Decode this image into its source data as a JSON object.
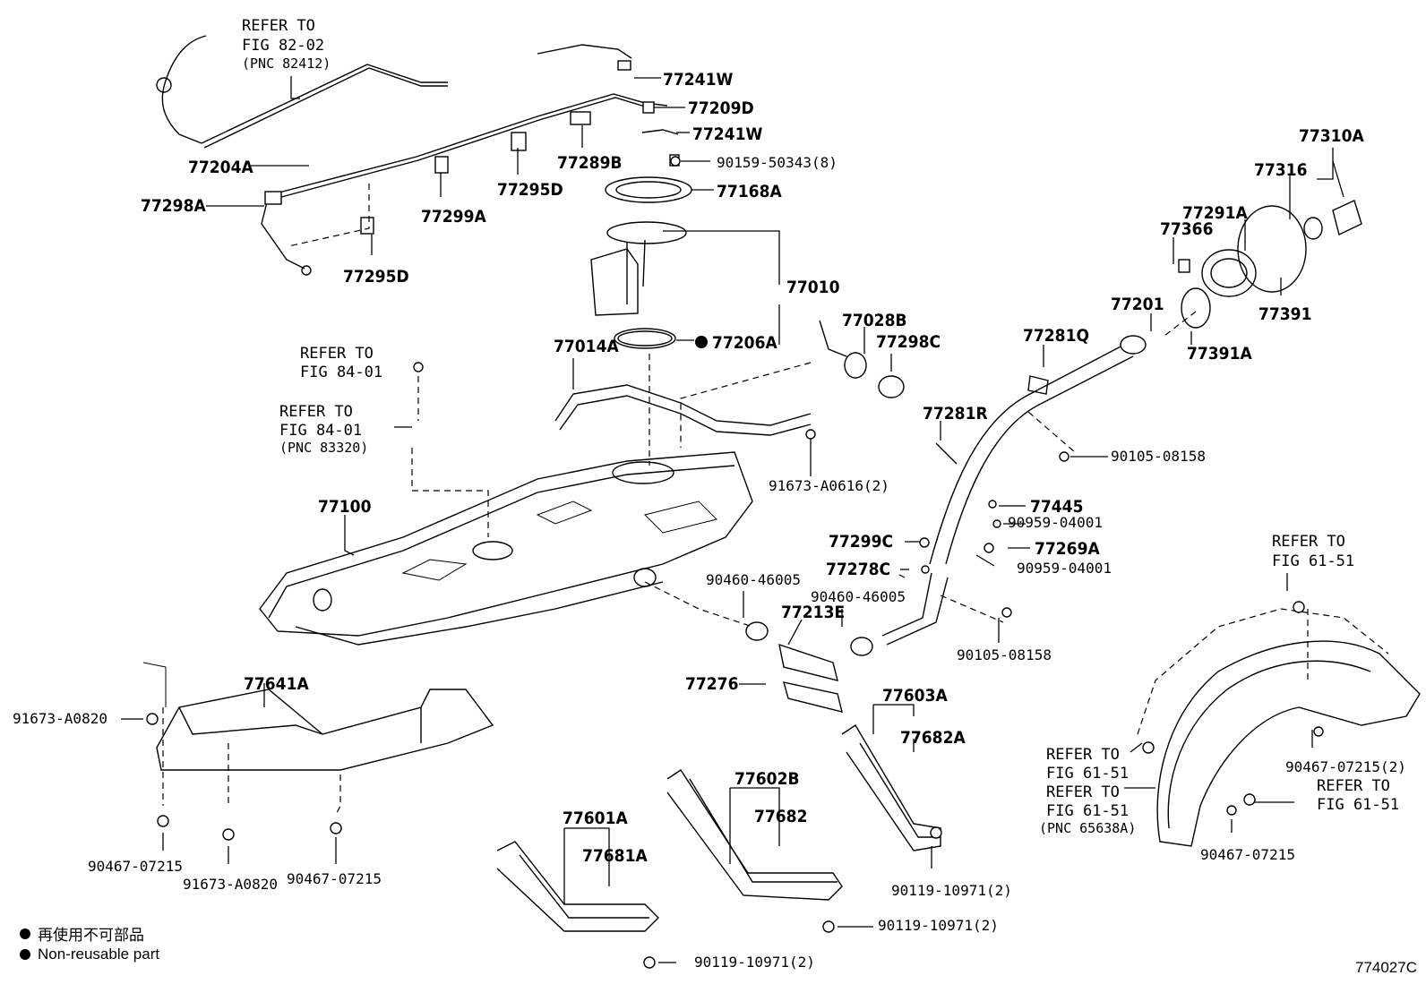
{
  "labels": {
    "ref_fig_82_02": [
      "REFER TO",
      "FIG 82-02",
      "(PNC 82412)"
    ],
    "p77241w_a": "77241W",
    "p77209d": "77209D",
    "p77241w_b": "77241W",
    "p77289b": "77289B",
    "p90159": "90159-50343(8)",
    "p77204a": "77204A",
    "p77298a": "77298A",
    "p77295d_a": "77295D",
    "p77299a": "77299A",
    "p77295d_b": "77295D",
    "p77168a": "77168A",
    "p77010": "77010",
    "p77206a": "77206A",
    "p77310a": "77310A",
    "p77316": "77316",
    "p77291a": "77291A",
    "p77366": "77366",
    "p77201": "77201",
    "p77391": "77391",
    "p77391a": "77391A",
    "p77028b": "77028B",
    "p77298c": "77298C",
    "p77281q": "77281Q",
    "p77014a": "77014A",
    "ref_fig_84_01_a": [
      "REFER TO",
      "FIG 84-01"
    ],
    "ref_fig_84_01_b": [
      "REFER TO",
      "FIG 84-01",
      "(PNC 83320)"
    ],
    "p77281r": "77281R",
    "p90105_a": "90105-08158",
    "p91673_a0616": "91673-A0616(2)",
    "p77100": "77100",
    "p77445": "77445",
    "p90959_a": "90959-04001",
    "p77299c": "77299C",
    "p77269a": "77269A",
    "p90959_b": "90959-04001",
    "p77278c": "77278C",
    "p90460_a": "90460-46005",
    "p90460_b": "90460-46005",
    "p77213e": "77213E",
    "p90105_b": "90105-08158",
    "p77276": "77276",
    "p77641a": "77641A",
    "p91673_a0820_a": "91673-A0820",
    "p90467_a": "90467-07215",
    "p91673_a0820_b": "91673-A0820",
    "p90467_b": "90467-07215",
    "p77603a": "77603A",
    "p77682a": "77682A",
    "p77602b": "77602B",
    "p77682": "77682",
    "p77601a": "77601A",
    "p77681a": "77681A",
    "p90119_a": "90119-10971(2)",
    "p90119_b": "90119-10971(2)",
    "p90119_c": "90119-10971(2)",
    "ref_fig_61_51_a": [
      "REFER TO",
      "FIG 61-51"
    ],
    "ref_fig_61_51_b": [
      "REFER TO",
      "FIG 61-51"
    ],
    "ref_fig_61_51_c": [
      "REFER TO",
      "FIG 61-51",
      "(PNC 65638A)"
    ],
    "ref_fig_61_51_d": [
      "REFER TO",
      "FIG 61-51"
    ],
    "p90467_c": "90467-07215(2)",
    "p90467_d": "90467-07215"
  },
  "legend": {
    "jp": "再使用不可部品",
    "en": "Non-reusable part"
  },
  "figure_code": "774027C"
}
